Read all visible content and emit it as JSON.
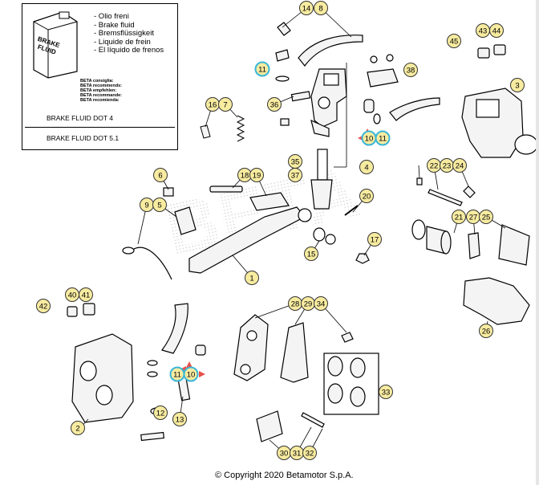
{
  "fluid_panel": {
    "can_label": [
      "BRAKE",
      "FLUID"
    ],
    "lines": [
      "- Olio freni",
      "- Brake fluid",
      "- Bremsflüssigkeit",
      "- Liquide de frein",
      "- El líquido de frenos"
    ],
    "recommend": [
      "BETA consiglia:",
      "BETA recommends:",
      "BETA empfehlen:",
      "BETA recommande:",
      "BETA recomienda:"
    ],
    "dot4": "BRAKE FLUID DOT 4",
    "dot51": "BRAKE FLUID DOT 5.1"
  },
  "watermark": "BETA",
  "copyright": "© Copyright 2020 Betamotor S.p.A.",
  "callouts": {
    "c14": "14",
    "c8": "8",
    "c11a": "11",
    "c38": "38",
    "c45": "45",
    "c43": "43",
    "c44": "44",
    "c3": "3",
    "c16": "16",
    "c7": "7",
    "c36": "36",
    "c10a": "10",
    "c11b": "11",
    "c4": "4",
    "c35": "35",
    "c37": "37",
    "c6": "6",
    "c18": "18",
    "c19": "19",
    "c22": "22",
    "c23": "23",
    "c24": "24",
    "c20": "20",
    "c9": "9",
    "c5": "5",
    "c21": "21",
    "c27": "27",
    "c25": "25",
    "c17": "17",
    "c15": "15",
    "c1": "1",
    "c40": "40",
    "c41": "41",
    "c42": "42",
    "c28": "28",
    "c29": "29",
    "c34": "34",
    "c26": "26",
    "c11c": "11",
    "c10b": "10",
    "c33": "33",
    "c12": "12",
    "c13": "13",
    "c2": "2",
    "c30": "30",
    "c31": "31",
    "c32": "32"
  },
  "colors": {
    "callout_fill": "#f7eba0",
    "callout_stroke": "#333333",
    "highlight_ring": "#38b6d8",
    "arrow_red": "#e8504a",
    "part_fill": "#f4f4f4",
    "line": "#000000"
  }
}
